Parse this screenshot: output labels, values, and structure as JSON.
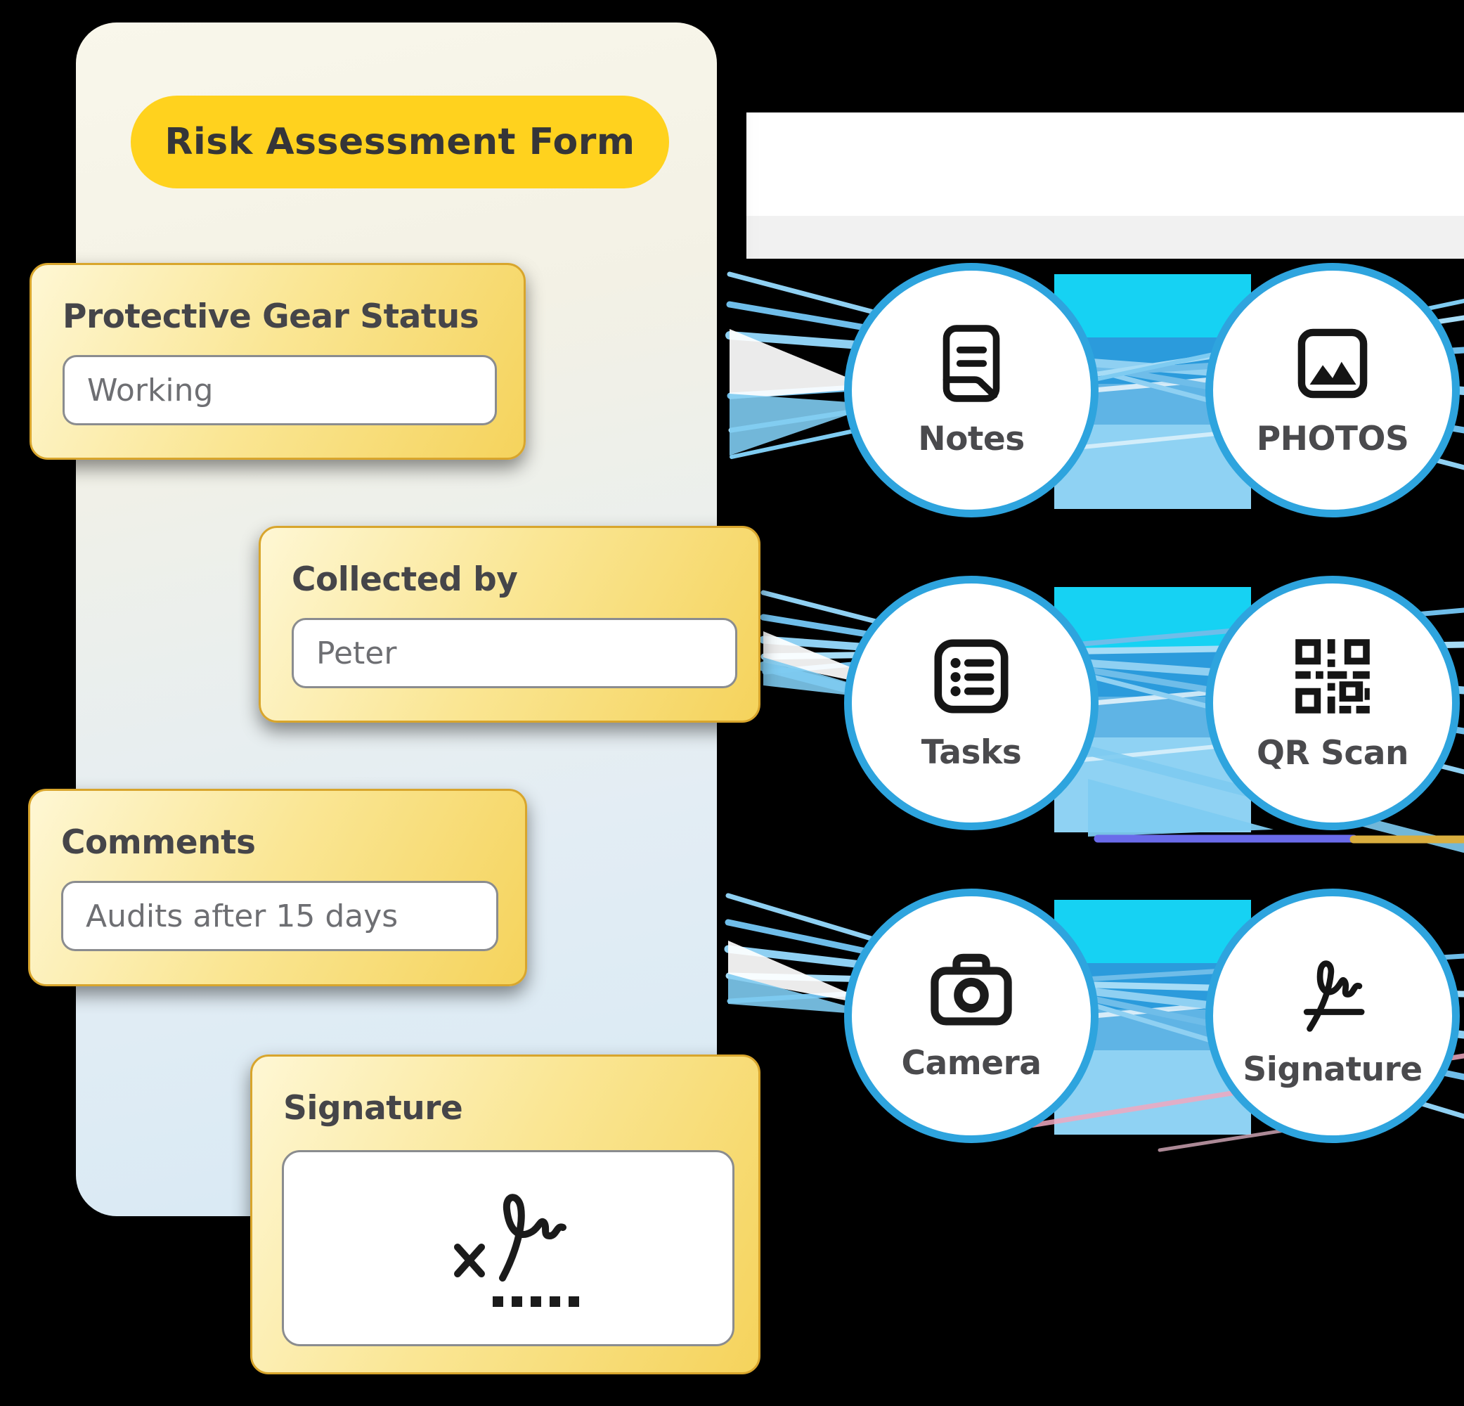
{
  "form_card": {
    "title": "Risk Assessment Form",
    "fields": [
      {
        "label": "Protective Gear Status",
        "value": "Working"
      },
      {
        "label": "Collected by",
        "value": "Peter"
      },
      {
        "label": "Comments",
        "value": "Audits after 15 days"
      },
      {
        "label": "Signature",
        "value": "",
        "placeholder_glyph": "handwritten-signature-with-x-mark-and-dotted-line"
      }
    ]
  },
  "features": [
    {
      "label": "Notes",
      "icon": "notes-icon"
    },
    {
      "label": "PHOTOS",
      "icon": "photos-icon"
    },
    {
      "label": "Tasks",
      "icon": "tasks-icon"
    },
    {
      "label": "QR Scan",
      "icon": "qr-scan-icon"
    },
    {
      "label": "Camera",
      "icon": "camera-icon"
    },
    {
      "label": "Signature",
      "icon": "signature-icon"
    }
  ],
  "colors": {
    "background": "#000000",
    "accent_yellow": "#ffd21e",
    "field_card_yellow_light": "#fef7d4",
    "field_card_yellow_deep": "#f5d35c",
    "field_card_border": "#d8a52c",
    "circle_border_blue": "#2ea4de",
    "connector_cyan": "#16d2f3",
    "connector_blue": "#2b9bdc",
    "connector_light_blue": "#8fd2f3",
    "connector_purple": "#6a6bea",
    "connector_gold": "#d9ae3f",
    "connector_pink": "#f0a8c0",
    "label_text": "#454549",
    "input_text": "#6e6f73"
  }
}
